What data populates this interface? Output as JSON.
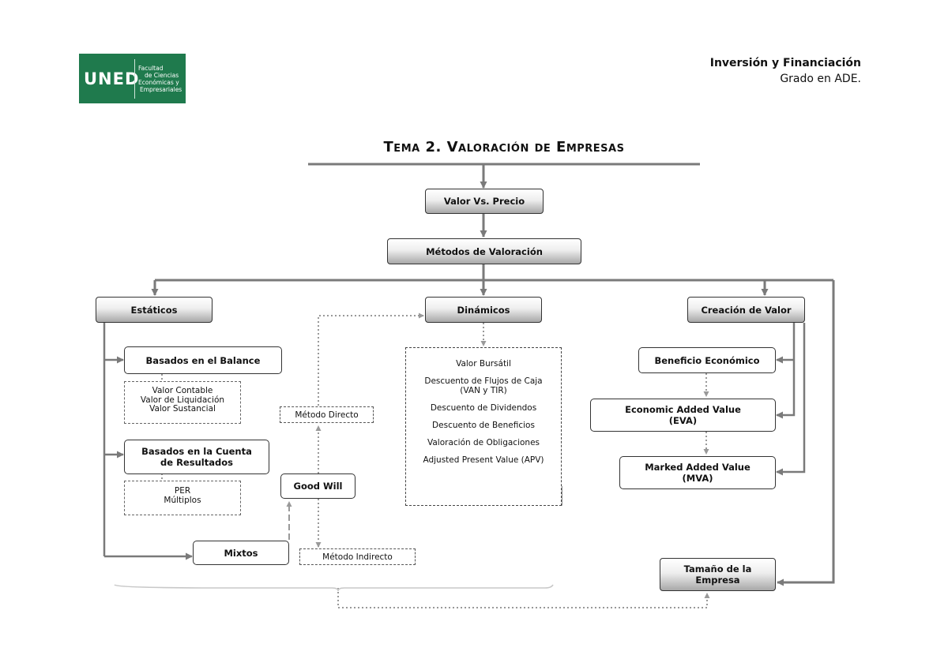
{
  "header": {
    "logo_mark": "UNED",
    "faculty_lines": [
      "Facultad",
      "de Ciencias",
      "Económicas y",
      "Empresariales"
    ],
    "subject": "Inversión y Financiación",
    "degree": "Grado en ADE."
  },
  "title": "Tema 2. Valoración de Empresas",
  "nodes": {
    "valor_precio": "Valor Vs. Precio",
    "metodos": "Métodos de Valoración",
    "estaticos": "Estáticos",
    "dinamicos": "Dinámicos",
    "creacion": "Creación de Valor",
    "balance": "Basados en el Balance",
    "balance_items": [
      "Valor Contable",
      "Valor de Liquidación",
      "Valor Sustancial"
    ],
    "cuenta": "Basados en la Cuenta\nde Resultados",
    "cuenta_items": [
      "PER",
      "Múltiplos"
    ],
    "mixtos": "Mixtos",
    "goodwill": "Good Will",
    "metodo_directo": "Método Directo",
    "metodo_indirecto": "Método Indirecto",
    "dinamicos_items": [
      "Valor Bursátil",
      "Descuento de Flujos de Caja\n(VAN y TIR)",
      "Descuento de Dividendos",
      "Descuento de Beneficios",
      "Valoración de Obligaciones",
      "Adjusted Present Value (APV)"
    ],
    "beneficio": "Beneficio Económico",
    "eva": "Economic Added Value\n(EVA)",
    "mva": "Marked Added Value\n(MVA)",
    "tamano": "Tamaño de la\nEmpresa"
  },
  "colors": {
    "logo_green": "#1f7a4d",
    "connector": "#7a7a7a"
  }
}
